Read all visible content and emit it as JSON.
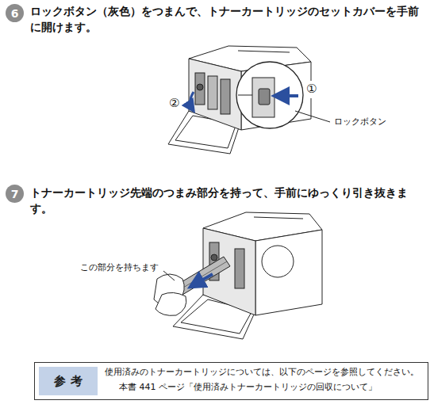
{
  "diagram": {
    "nodes": [
      {
        "text": [
          "6"
        ]
      },
      {
        "text": [
          "7"
        ]
      },
      {
        "text": [
          "使用済みのトナーカートリッジについては、以下のページを参照してください。",
          "本書 441 ページ「使用済みトナーカートリッジの回収について」"
        ]
      },
      {
        "text": [
          "参 考"
        ],
        "in": 2
      }
    ],
    "labels": [
      "ロックボタン（灰色）をつまんで、トナーカートリッジのセットカバーを手前に開けます。",
      "①",
      "②",
      "ロックボタン",
      "トナーカートリッジ先端のつまみ部分を持って、手前にゆっくり引き抜きます。",
      "この部分を持ちます"
    ]
  }
}
